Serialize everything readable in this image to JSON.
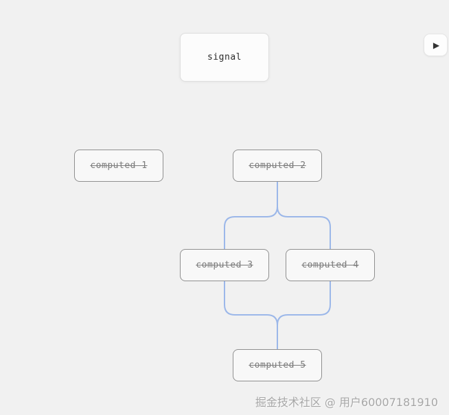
{
  "canvas": {
    "background": "#f1f1f1"
  },
  "colors": {
    "edge": "#9bb7e9",
    "signal_border": "#dedede",
    "computed_border": "#8f8f8f",
    "signal_text": "#2b2b2b",
    "computed_text": "#7b7b7b"
  },
  "nodes": {
    "signal": {
      "label": "signal"
    },
    "computed1": {
      "label": "computed 1"
    },
    "computed2": {
      "label": "computed 2"
    },
    "computed3": {
      "label": "computed 3"
    },
    "computed4": {
      "label": "computed 4"
    },
    "computed5": {
      "label": "computed 5"
    }
  },
  "controls": {
    "play_icon": "▶"
  },
  "watermark": {
    "text": "掘金技术社区 @ 用户60007181910"
  }
}
